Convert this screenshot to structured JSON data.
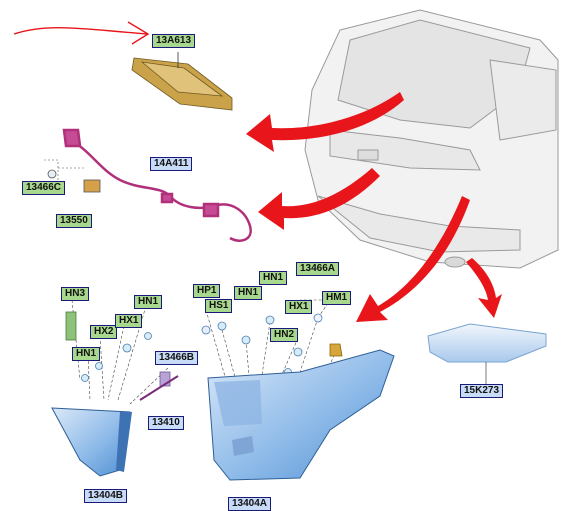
{
  "diagram": {
    "labels": [
      {
        "key": "13A613",
        "text": "13A613",
        "style": "green",
        "part": "high-mounted-stop-lamp"
      },
      {
        "key": "14A411",
        "text": "14A411",
        "style": "blue",
        "part": "wiring-harness"
      },
      {
        "key": "13466C",
        "text": "13466C",
        "style": "green",
        "part": "bulb-socket"
      },
      {
        "key": "13550",
        "text": "13550",
        "style": "green",
        "part": "connector"
      },
      {
        "key": "HN3",
        "text": "HN3",
        "style": "green",
        "part": "bulb"
      },
      {
        "key": "HX2",
        "text": "HX2",
        "style": "green",
        "part": "bulb"
      },
      {
        "key": "HX1a",
        "text": "HX1",
        "style": "green",
        "part": "bulb"
      },
      {
        "key": "HN1a",
        "text": "HN1",
        "style": "green",
        "part": "bulb"
      },
      {
        "key": "HN1b",
        "text": "HN1",
        "style": "green",
        "part": "bulb"
      },
      {
        "key": "13466B",
        "text": "13466B",
        "style": "blue",
        "part": "bulb-socket"
      },
      {
        "key": "13410",
        "text": "13410",
        "style": "blue",
        "part": "socket-harness"
      },
      {
        "key": "13404B",
        "text": "13404B",
        "style": "blue",
        "part": "left-tail-lamp"
      },
      {
        "key": "HP1",
        "text": "HP1",
        "style": "green",
        "part": "bulb"
      },
      {
        "key": "HS1",
        "text": "HS1",
        "style": "green",
        "part": "bulb"
      },
      {
        "key": "HN1c",
        "text": "HN1",
        "style": "green",
        "part": "bulb"
      },
      {
        "key": "HN1d",
        "text": "HN1",
        "style": "green",
        "part": "bulb"
      },
      {
        "key": "13466A",
        "text": "13466A",
        "style": "green",
        "part": "bulb-socket"
      },
      {
        "key": "HX1b",
        "text": "HX1",
        "style": "green",
        "part": "bulb"
      },
      {
        "key": "HM1",
        "text": "HM1",
        "style": "green",
        "part": "bulb"
      },
      {
        "key": "HN2",
        "text": "HN2",
        "style": "green",
        "part": "bulb"
      },
      {
        "key": "13404A",
        "text": "13404A",
        "style": "blue",
        "part": "right-tail-lamp"
      },
      {
        "key": "15K273",
        "text": "15K273",
        "style": "blue",
        "part": "license-plate-lamp"
      }
    ],
    "colors": {
      "arrow": "#e8161b",
      "label_green": "#a8d88e",
      "label_blue": "#c9dcf7",
      "lens_blue": "#5b9bd8",
      "harness_magenta": "#b0307a",
      "lamp_amber": "#c9a24a"
    }
  }
}
